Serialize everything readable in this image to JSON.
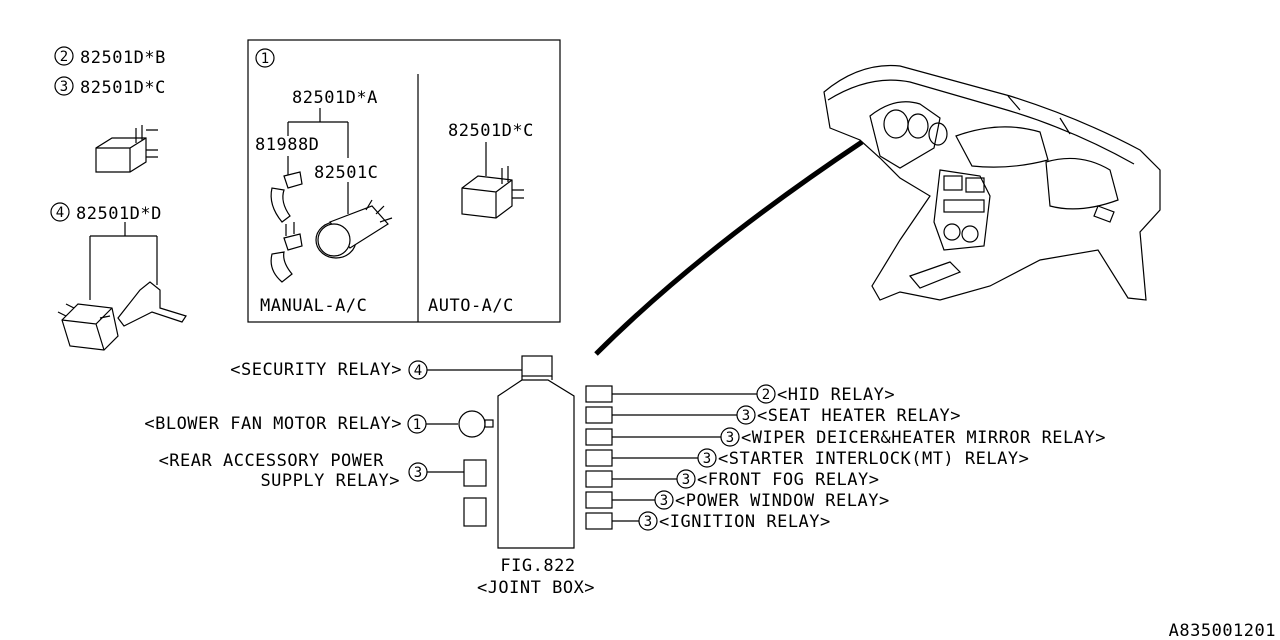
{
  "legend": {
    "item2": {
      "num": "2",
      "part": "82501D*B"
    },
    "item3": {
      "num": "3",
      "part": "82501D*C"
    },
    "item4": {
      "num": "4",
      "part": "82501D*D"
    }
  },
  "box1": {
    "num": "1",
    "manual": {
      "label": "MANUAL-A/C",
      "part_a": "82501D*A",
      "part_d": "81988D",
      "part_c": "82501C"
    },
    "auto": {
      "label": "AUTO-A/C",
      "part": "82501D*C"
    }
  },
  "joint_box": {
    "fig": "FIG.822",
    "label": "<JOINT BOX>"
  },
  "relays_left": [
    {
      "num": "4",
      "text": "<SECURITY RELAY>"
    },
    {
      "num": "1",
      "text": "<BLOWER FAN MOTOR RELAY>"
    },
    {
      "num": "3",
      "text_line1": "<REAR ACCESSORY POWER",
      "text_line2": "SUPPLY RELAY>"
    }
  ],
  "relays_right": [
    {
      "num": "2",
      "text": "<HID RELAY>"
    },
    {
      "num": "3",
      "text": "<SEAT HEATER RELAY>"
    },
    {
      "num": "3",
      "text": "<WIPER DEICER&HEATER MIRROR RELAY>"
    },
    {
      "num": "3",
      "text": "<STARTER INTERLOCK(MT) RELAY>"
    },
    {
      "num": "3",
      "text": "<FRONT FOG RELAY>"
    },
    {
      "num": "3",
      "text": "<POWER WINDOW RELAY>"
    },
    {
      "num": "3",
      "text": "<IGNITION RELAY>"
    }
  ],
  "diagram_id": "A835001201"
}
